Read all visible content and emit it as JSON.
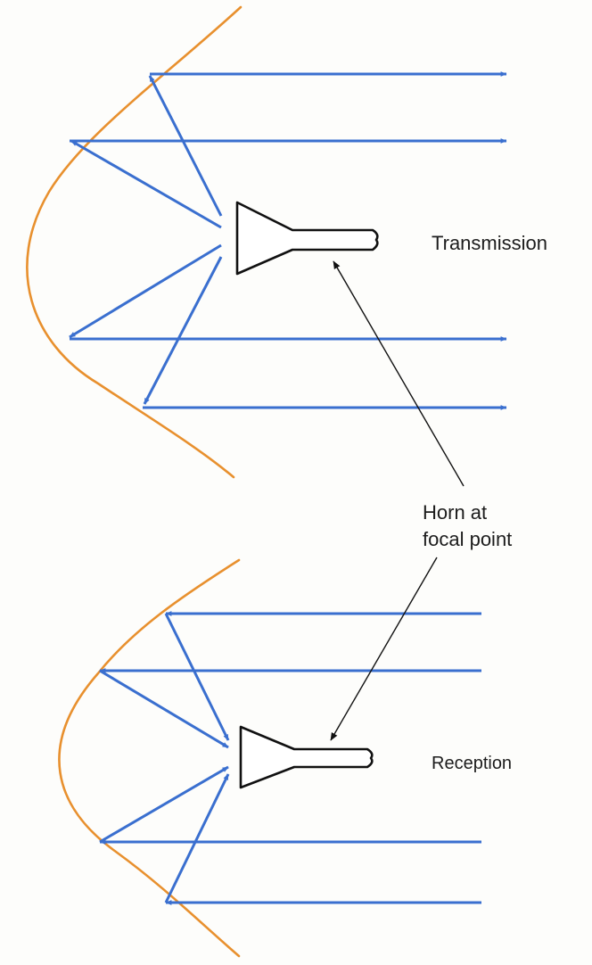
{
  "labels": {
    "transmission": "Transmission",
    "reception": "Reception",
    "horn_line1": "Horn at",
    "horn_line2": "focal point"
  },
  "colors": {
    "dish": "#e8902e",
    "ray": "#3a6fcf",
    "horn": "#111111",
    "pointer": "#111111"
  }
}
